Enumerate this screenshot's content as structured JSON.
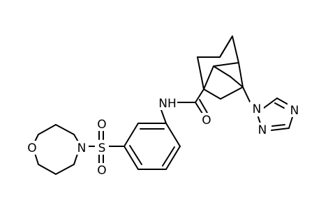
{
  "molecule": {
    "atoms": {
      "o_morpholine": "O",
      "n_morpholine": "N",
      "s_sulfonyl": "S",
      "o_sulfonyl_top": "O",
      "o_sulfonyl_bottom": "O",
      "nh_amide": "NH",
      "o_carbonyl": "O",
      "n_triazole_1": "N",
      "n_triazole_2": "N",
      "n_triazole_4": "N"
    }
  }
}
